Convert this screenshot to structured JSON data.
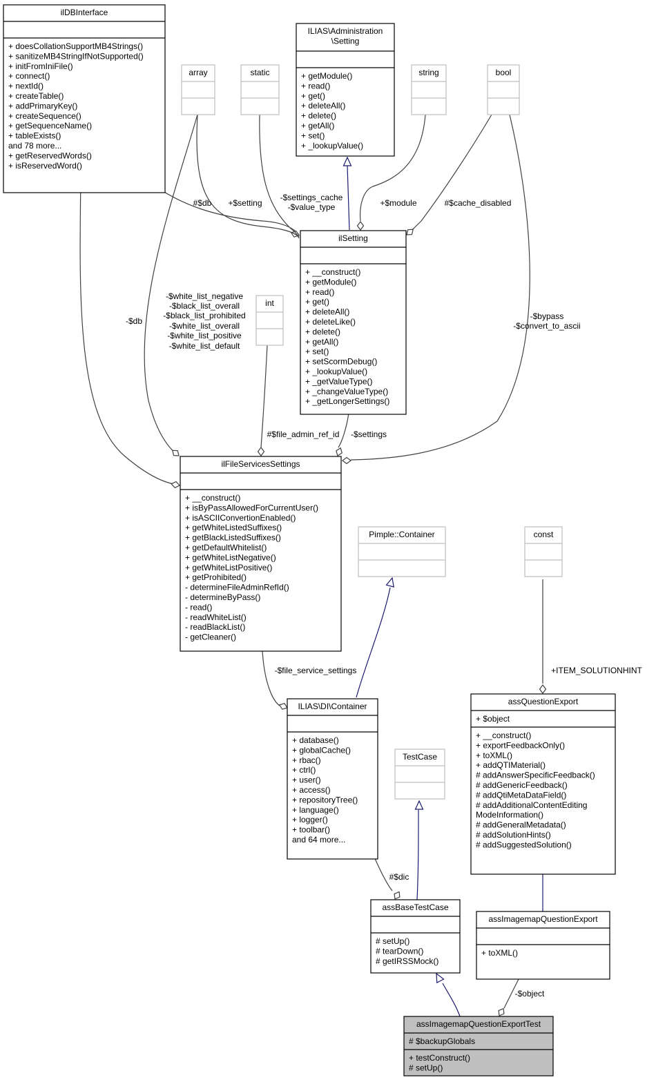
{
  "classes": {
    "ilDBInterface": {
      "name": "ilDBInterface",
      "attributes": [],
      "methods": [
        "+ doesCollationSupportMB4Strings()",
        "+ sanitizeMB4StringIfNotSupported()",
        "+ initFromIniFile()",
        "+ connect()",
        "+ nextId()",
        "+ createTable()",
        "+ addPrimaryKey()",
        "+ createSequence()",
        "+ getSequenceName()",
        "+ tableExists()",
        "and 78 more...",
        "+ getReservedWords()",
        "+ isReservedWord()"
      ]
    },
    "array": {
      "name": "array",
      "attributes": [],
      "methods": []
    },
    "static": {
      "name": "static",
      "attributes": [],
      "methods": []
    },
    "AdminSetting": {
      "name": [
        "ILIAS\\Administration",
        "\\Setting"
      ],
      "attributes": [],
      "methods": [
        "+ getModule()",
        "+ read()",
        "+ get()",
        "+ deleteAll()",
        "+ delete()",
        "+ getAll()",
        "+ set()",
        "+ _lookupValue()"
      ]
    },
    "string": {
      "name": "string",
      "attributes": [],
      "methods": []
    },
    "bool": {
      "name": "bool",
      "attributes": [],
      "methods": []
    },
    "ilSetting": {
      "name": "ilSetting",
      "attributes": [],
      "methods": [
        "+ __construct()",
        "+ getModule()",
        "+ read()",
        "+ get()",
        "+ deleteAll()",
        "+ deleteLike()",
        "+ delete()",
        "+ getAll()",
        "+ set()",
        "+ setScormDebug()",
        "+ _lookupValue()",
        "+ _getValueType()",
        "+ _changeValueType()",
        "+ _getLongerSettings()"
      ]
    },
    "int": {
      "name": "int",
      "attributes": [],
      "methods": []
    },
    "ilFileServicesSettings": {
      "name": "ilFileServicesSettings",
      "attributes": [],
      "methods": [
        "+ __construct()",
        "+ isByPassAllowedForCurrentUser()",
        "+ isASCIIConvertionEnabled()",
        "+ getWhiteListedSuffixes()",
        "+ getBlackListedSuffixes()",
        "+ getDefaultWhitelist()",
        "+ getWhiteListNegative()",
        "+ getWhiteListPositive()",
        "+ getProhibited()",
        "- determineFileAdminRefId()",
        "- determineByPass()",
        "- read()",
        "- readWhiteList()",
        "- readBlackList()",
        "- getCleaner()"
      ]
    },
    "PimpleContainer": {
      "name": "Pimple::Container",
      "attributes": [],
      "methods": []
    },
    "const": {
      "name": "const",
      "attributes": [],
      "methods": []
    },
    "DIContainer": {
      "name": "ILIAS\\DI\\Container",
      "attributes": [],
      "methods": [
        "+ database()",
        "+ globalCache()",
        "+ rbac()",
        "+ ctrl()",
        "+ user()",
        "+ access()",
        "+ repositoryTree()",
        "+ language()",
        "+ logger()",
        "+ toolbar()",
        "and 64 more..."
      ]
    },
    "TestCase": {
      "name": "TestCase",
      "attributes": [],
      "methods": []
    },
    "assQuestionExport": {
      "name": "assQuestionExport",
      "attributes": [
        "+ $object"
      ],
      "methods": [
        "+ __construct()",
        "+ exportFeedbackOnly()",
        "+ toXML()",
        "+ addQTIMaterial()",
        "# addAnswerSpecificFeedback()",
        "# addGenericFeedback()",
        "# addQtiMetaDataField()",
        "# addAdditionalContentEditing",
        "ModeInformation()",
        "# addGeneralMetadata()",
        "# addSolutionHints()",
        "# addSuggestedSolution()"
      ]
    },
    "assBaseTestCase": {
      "name": "assBaseTestCase",
      "attributes": [],
      "methods": [
        "# setUp()",
        "# tearDown()",
        "# getIRSSMock()"
      ]
    },
    "assImagemapQuestionExport": {
      "name": "assImagemapQuestionExport",
      "attributes": [],
      "methods": [
        "+ toXML()"
      ]
    },
    "assImagemapQuestionExportTest": {
      "name": "assImagemapQuestionExportTest",
      "attributes": [
        "# $backupGlobals"
      ],
      "methods": [
        "+ testConstruct()",
        "# setUp()"
      ]
    }
  },
  "edge_labels": {
    "db1": "#$db",
    "setting": "+$setting",
    "settings_cache": [
      "-$settings_cache",
      "-$value_type"
    ],
    "module": "+$module",
    "cache_disabled": "#$cache_disabled",
    "db2": "-$db",
    "lists": [
      "-$white_list_negative",
      "-$black_list_overall",
      "-$black_list_prohibited",
      "-$white_list_overall",
      "-$white_list_positive",
      "-$white_list_default"
    ],
    "bypass": [
      "-$bypass",
      "-$convert_to_ascii"
    ],
    "file_admin_ref_id": "#$file_admin_ref_id",
    "settings": "-$settings",
    "file_service_settings": "-$file_service_settings",
    "item_solutionhint": "+ITEM_SOLUTIONHINT",
    "dic": "#$dic",
    "object": "-$object"
  }
}
